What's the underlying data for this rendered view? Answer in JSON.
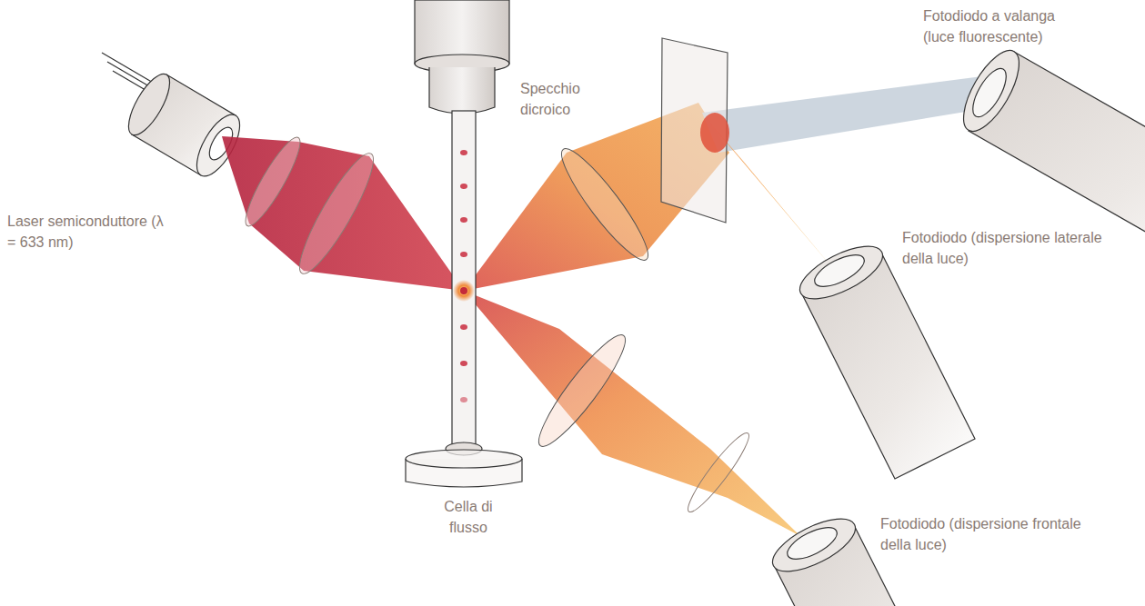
{
  "diagram": {
    "labels": [
      "Fotodiodo a valanga (luce fluorescente)",
      "Specchio dicroico",
      "Laser semiconduttore (λ = 633 nm)",
      "Fotodiodo (dispersione laterale della luce)",
      "Cella di flusso",
      "Fotodiodo (dispersione frontale della luce)"
    ]
  }
}
